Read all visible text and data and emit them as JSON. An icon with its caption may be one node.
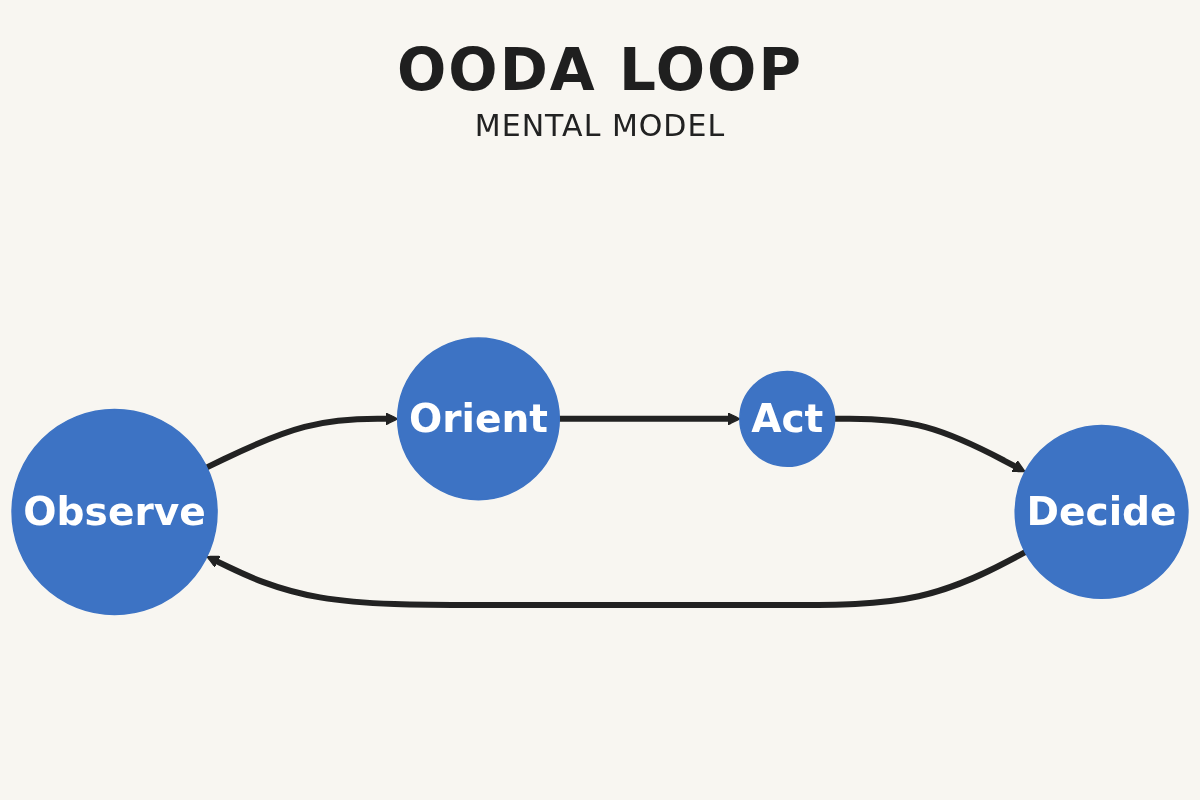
{
  "diagram": {
    "title": "OODA LOOP",
    "nodes": [
      {
        "text": [
          "Observe"
        ]
      },
      {
        "text": [
          "Orient"
        ]
      },
      {
        "text": [
          "Act"
        ]
      },
      {
        "text": [
          "Decide"
        ]
      }
    ],
    "edges": [
      {
        "from": 0,
        "to": 1,
        "arrow": "to"
      },
      {
        "from": 1,
        "to": 2,
        "arrow": "to"
      },
      {
        "from": 2,
        "to": 3,
        "arrow": "to"
      },
      {
        "from": 3,
        "to": 0,
        "arrow": "to"
      }
    ],
    "labels": [
      "MENTAL MODEL"
    ]
  }
}
